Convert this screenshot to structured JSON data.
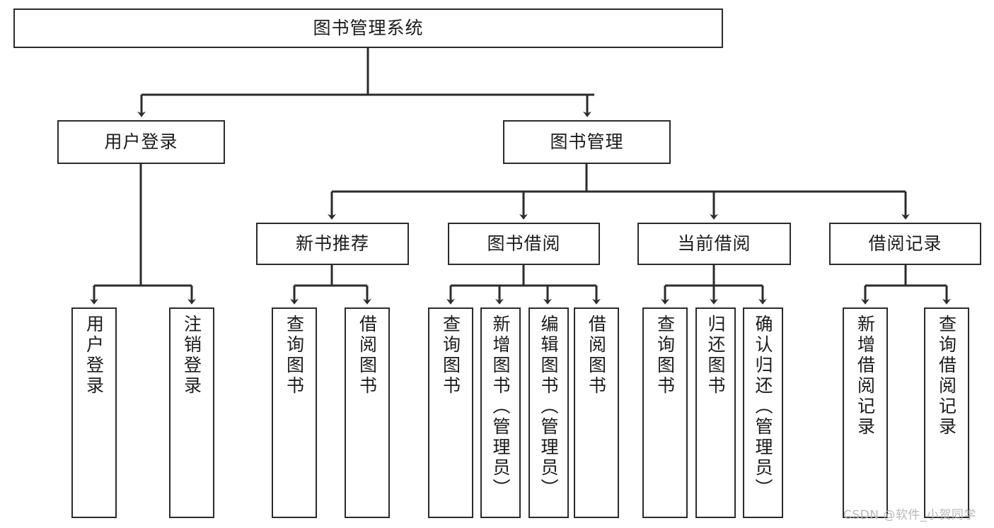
{
  "diagram": {
    "title": "图书管理系统",
    "watermark": "CSDN @软件_小贺同学",
    "colors": {
      "box_border": "#2b2b2b",
      "box_fill": "#ffffff",
      "edge": "#2b2b2b",
      "text": "#1b1b1b",
      "watermark": "#b9b9b9",
      "background": "#ffffff"
    },
    "root": {
      "label": "图书管理系统"
    },
    "level2": [
      {
        "label": "用户登录"
      },
      {
        "label": "图书管理"
      }
    ],
    "level3": [
      {
        "label": "新书推荐"
      },
      {
        "label": "图书借阅"
      },
      {
        "label": "当前借阅"
      },
      {
        "label": "借阅记录"
      }
    ],
    "leaves": [
      {
        "label": "用户登录",
        "parent": "用户登录"
      },
      {
        "label": "注销登录",
        "parent": "用户登录"
      },
      {
        "label": "查询图书",
        "parent": "新书推荐"
      },
      {
        "label": "借阅图书",
        "parent": "新书推荐"
      },
      {
        "label": "查询图书",
        "parent": "图书借阅"
      },
      {
        "label": "新增图书（管理员）",
        "parent": "图书借阅"
      },
      {
        "label": "编辑图书（管理员）",
        "parent": "图书借阅"
      },
      {
        "label": "借阅图书",
        "parent": "图书借阅"
      },
      {
        "label": "查询图书",
        "parent": "当前借阅"
      },
      {
        "label": "归还图书",
        "parent": "当前借阅"
      },
      {
        "label": "确认归还（管理员）",
        "parent": "当前借阅"
      },
      {
        "label": "新增借阅记录",
        "parent": "借阅记录"
      },
      {
        "label": "查询借阅记录",
        "parent": "借阅记录"
      }
    ]
  }
}
